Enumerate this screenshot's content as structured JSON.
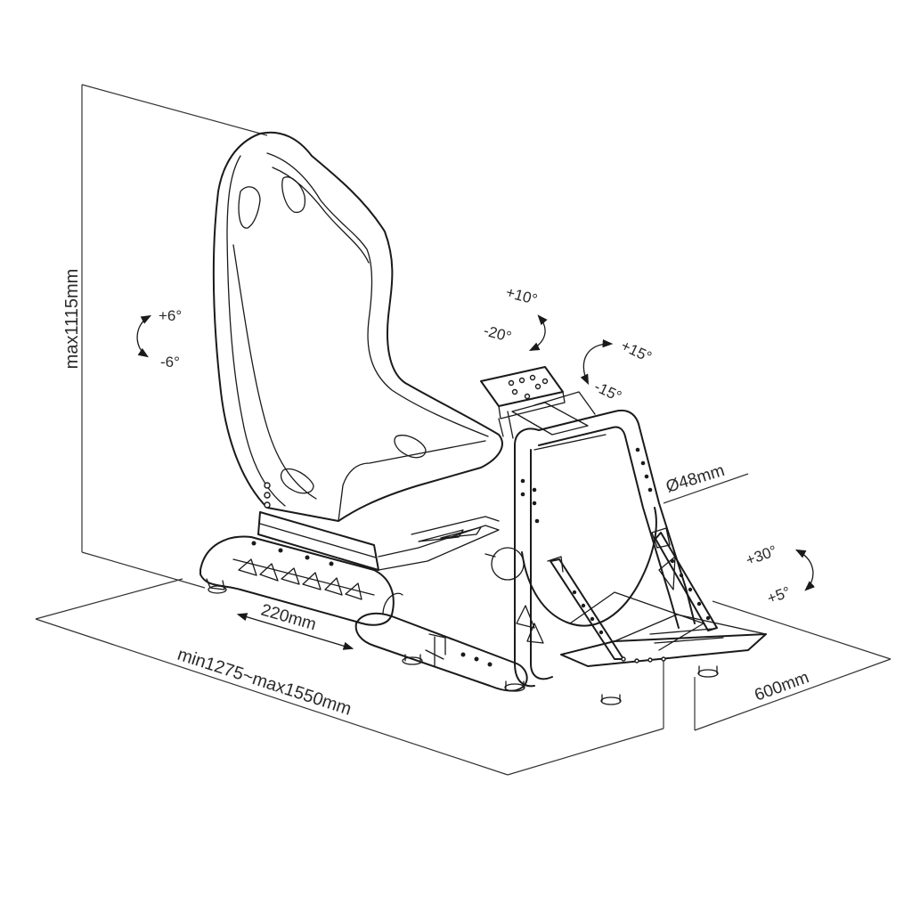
{
  "labels": {
    "height": "max1115mm",
    "backrest_up": "+6°",
    "backrest_down": "-6°",
    "wheel_tilt_up": "+10°",
    "wheel_tilt_down": "-20°",
    "wheel_rotate_up": "+15°",
    "wheel_rotate_down": "-15°",
    "tube_diameter": "Ø48mm",
    "pedal_up": "+30°",
    "pedal_down": "+5°",
    "slide_range": "220mm",
    "length": "min1275~max1550mm",
    "width": "600mm"
  },
  "colors": {
    "line": "#1a1a1a",
    "text": "#2a2a2a",
    "background": "#ffffff"
  }
}
